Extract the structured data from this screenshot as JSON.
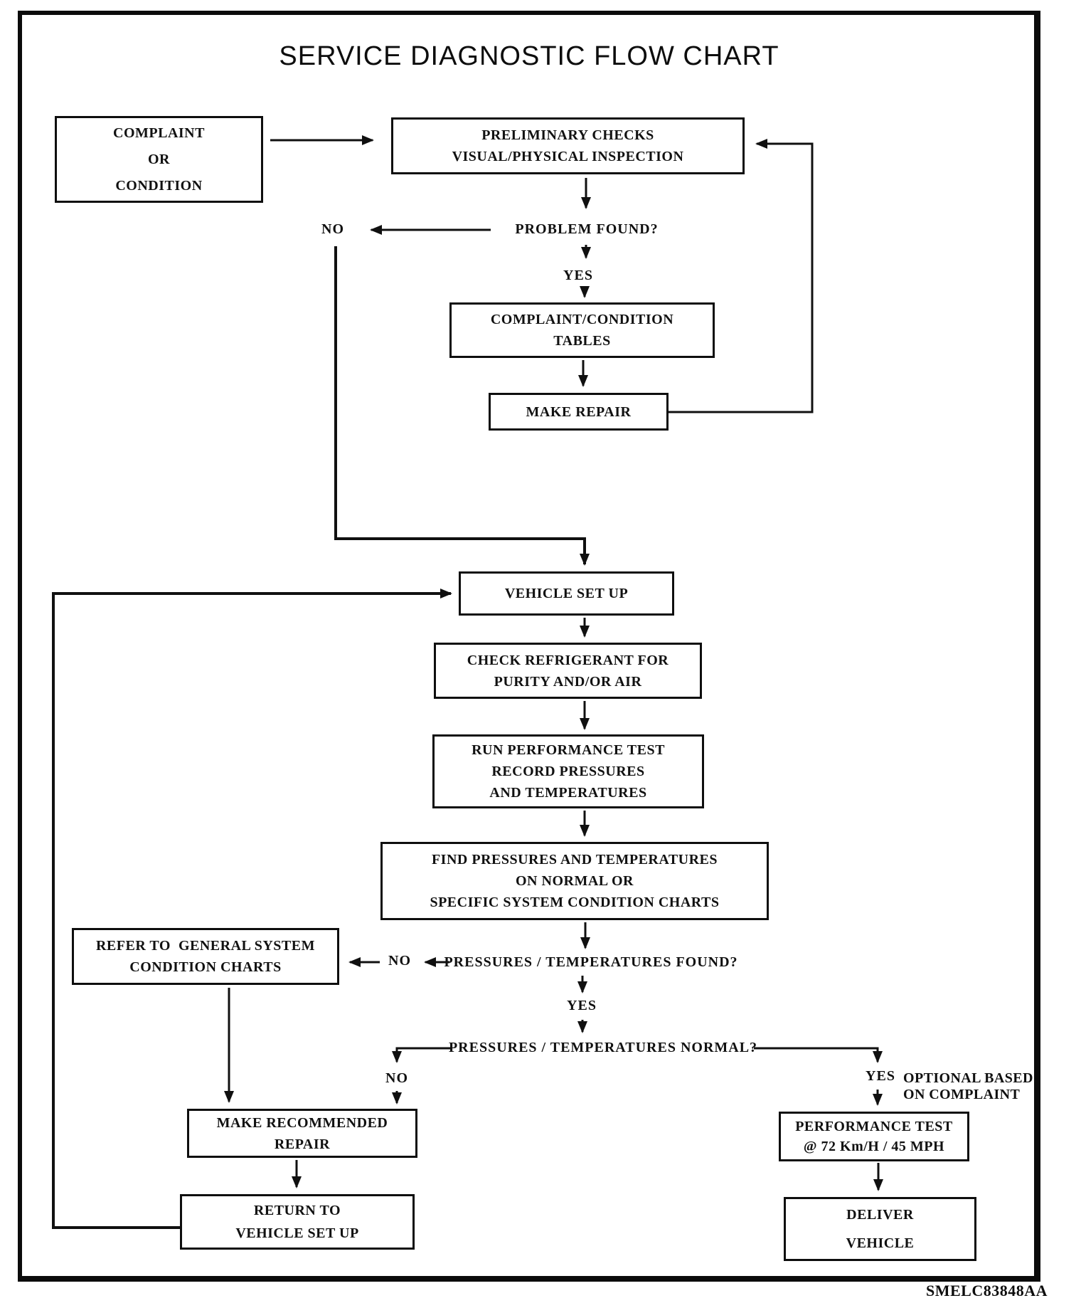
{
  "title": "SERVICE DIAGNOSTIC FLOW CHART",
  "figure_code": "SMELC83848AA",
  "colors": {
    "ink": "#101010",
    "paper": "#ffffff"
  },
  "nodes": {
    "complaint": {
      "lines": [
        "COMPLAINT",
        "OR",
        "CONDITION"
      ]
    },
    "preliminary_checks": {
      "lines": [
        "PRELIMINARY CHECKS",
        "VISUAL/PHYSICAL INSPECTION"
      ]
    },
    "complaint_condition_tables": {
      "lines": [
        "COMPLAINT/CONDITION",
        "TABLES"
      ]
    },
    "make_repair": {
      "lines": [
        "MAKE REPAIR"
      ]
    },
    "vehicle_set_up": {
      "lines": [
        "VEHICLE SET UP"
      ]
    },
    "check_refrigerant": {
      "lines": [
        "CHECK REFRIGERANT FOR",
        "PURITY AND/OR AIR"
      ]
    },
    "run_performance_test": {
      "lines": [
        "RUN PERFORMANCE TEST",
        "RECORD PRESSURES",
        "AND TEMPERATURES"
      ]
    },
    "find_pressures": {
      "lines": [
        "FIND PRESSURES AND TEMPERATURES",
        "ON NORMAL OR",
        "SPECIFIC SYSTEM CONDITION CHARTS"
      ]
    },
    "refer_general": {
      "lines": [
        "REFER TO  GENERAL SYSTEM",
        "CONDITION CHARTS"
      ]
    },
    "make_recommended_repair": {
      "lines": [
        "MAKE RECOMMENDED",
        "REPAIR"
      ]
    },
    "return_vehicle_set_up": {
      "lines": [
        "RETURN TO",
        "VEHICLE SET UP"
      ]
    },
    "performance_test": {
      "lines": [
        "PERFORMANCE TEST",
        "@ 72 Km/H / 45 MPH"
      ]
    },
    "deliver_vehicle": {
      "lines": [
        "DELIVER",
        "VEHICLE"
      ]
    }
  },
  "labels": {
    "problem_found": "PROBLEM FOUND?",
    "no_1": "NO",
    "yes_1": "YES",
    "pressures_found": "PRESSURES / TEMPERATURES FOUND?",
    "no_2": "NO",
    "yes_2": "YES",
    "pressures_normal": "PRESSURES / TEMPERATURES NORMAL?",
    "no_3": "NO",
    "yes_3": "YES",
    "optional_line1": "OPTIONAL BASED",
    "optional_line2": "ON COMPLAINT"
  }
}
